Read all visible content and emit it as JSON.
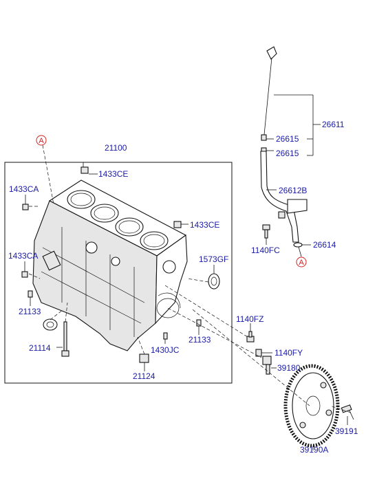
{
  "callouts": {
    "block": "21100",
    "plug_top": "1433CE",
    "plug_right": "1433CE",
    "plug_left_upper": "1433CA",
    "plug_left_lower": "1433CA",
    "seal_rear": "1573GF",
    "pin_left": "21133",
    "pin_right": "21133",
    "seal_front": "21114",
    "bush": "21124",
    "pin_bottom": "1430JC",
    "bolt_block": "1140FZ",
    "bolt_sensor": "1140FY",
    "sensor": "39180",
    "bolt_ring": "39191",
    "target_ring": "39190A",
    "dipstick_assy": "26611",
    "oring_1": "26615",
    "oring_2": "26615",
    "guide_tube": "26612B",
    "bolt_guide": "1140FC",
    "oring_guide": "26614"
  },
  "refs": {
    "ref_top": "A",
    "ref_right": "A"
  }
}
